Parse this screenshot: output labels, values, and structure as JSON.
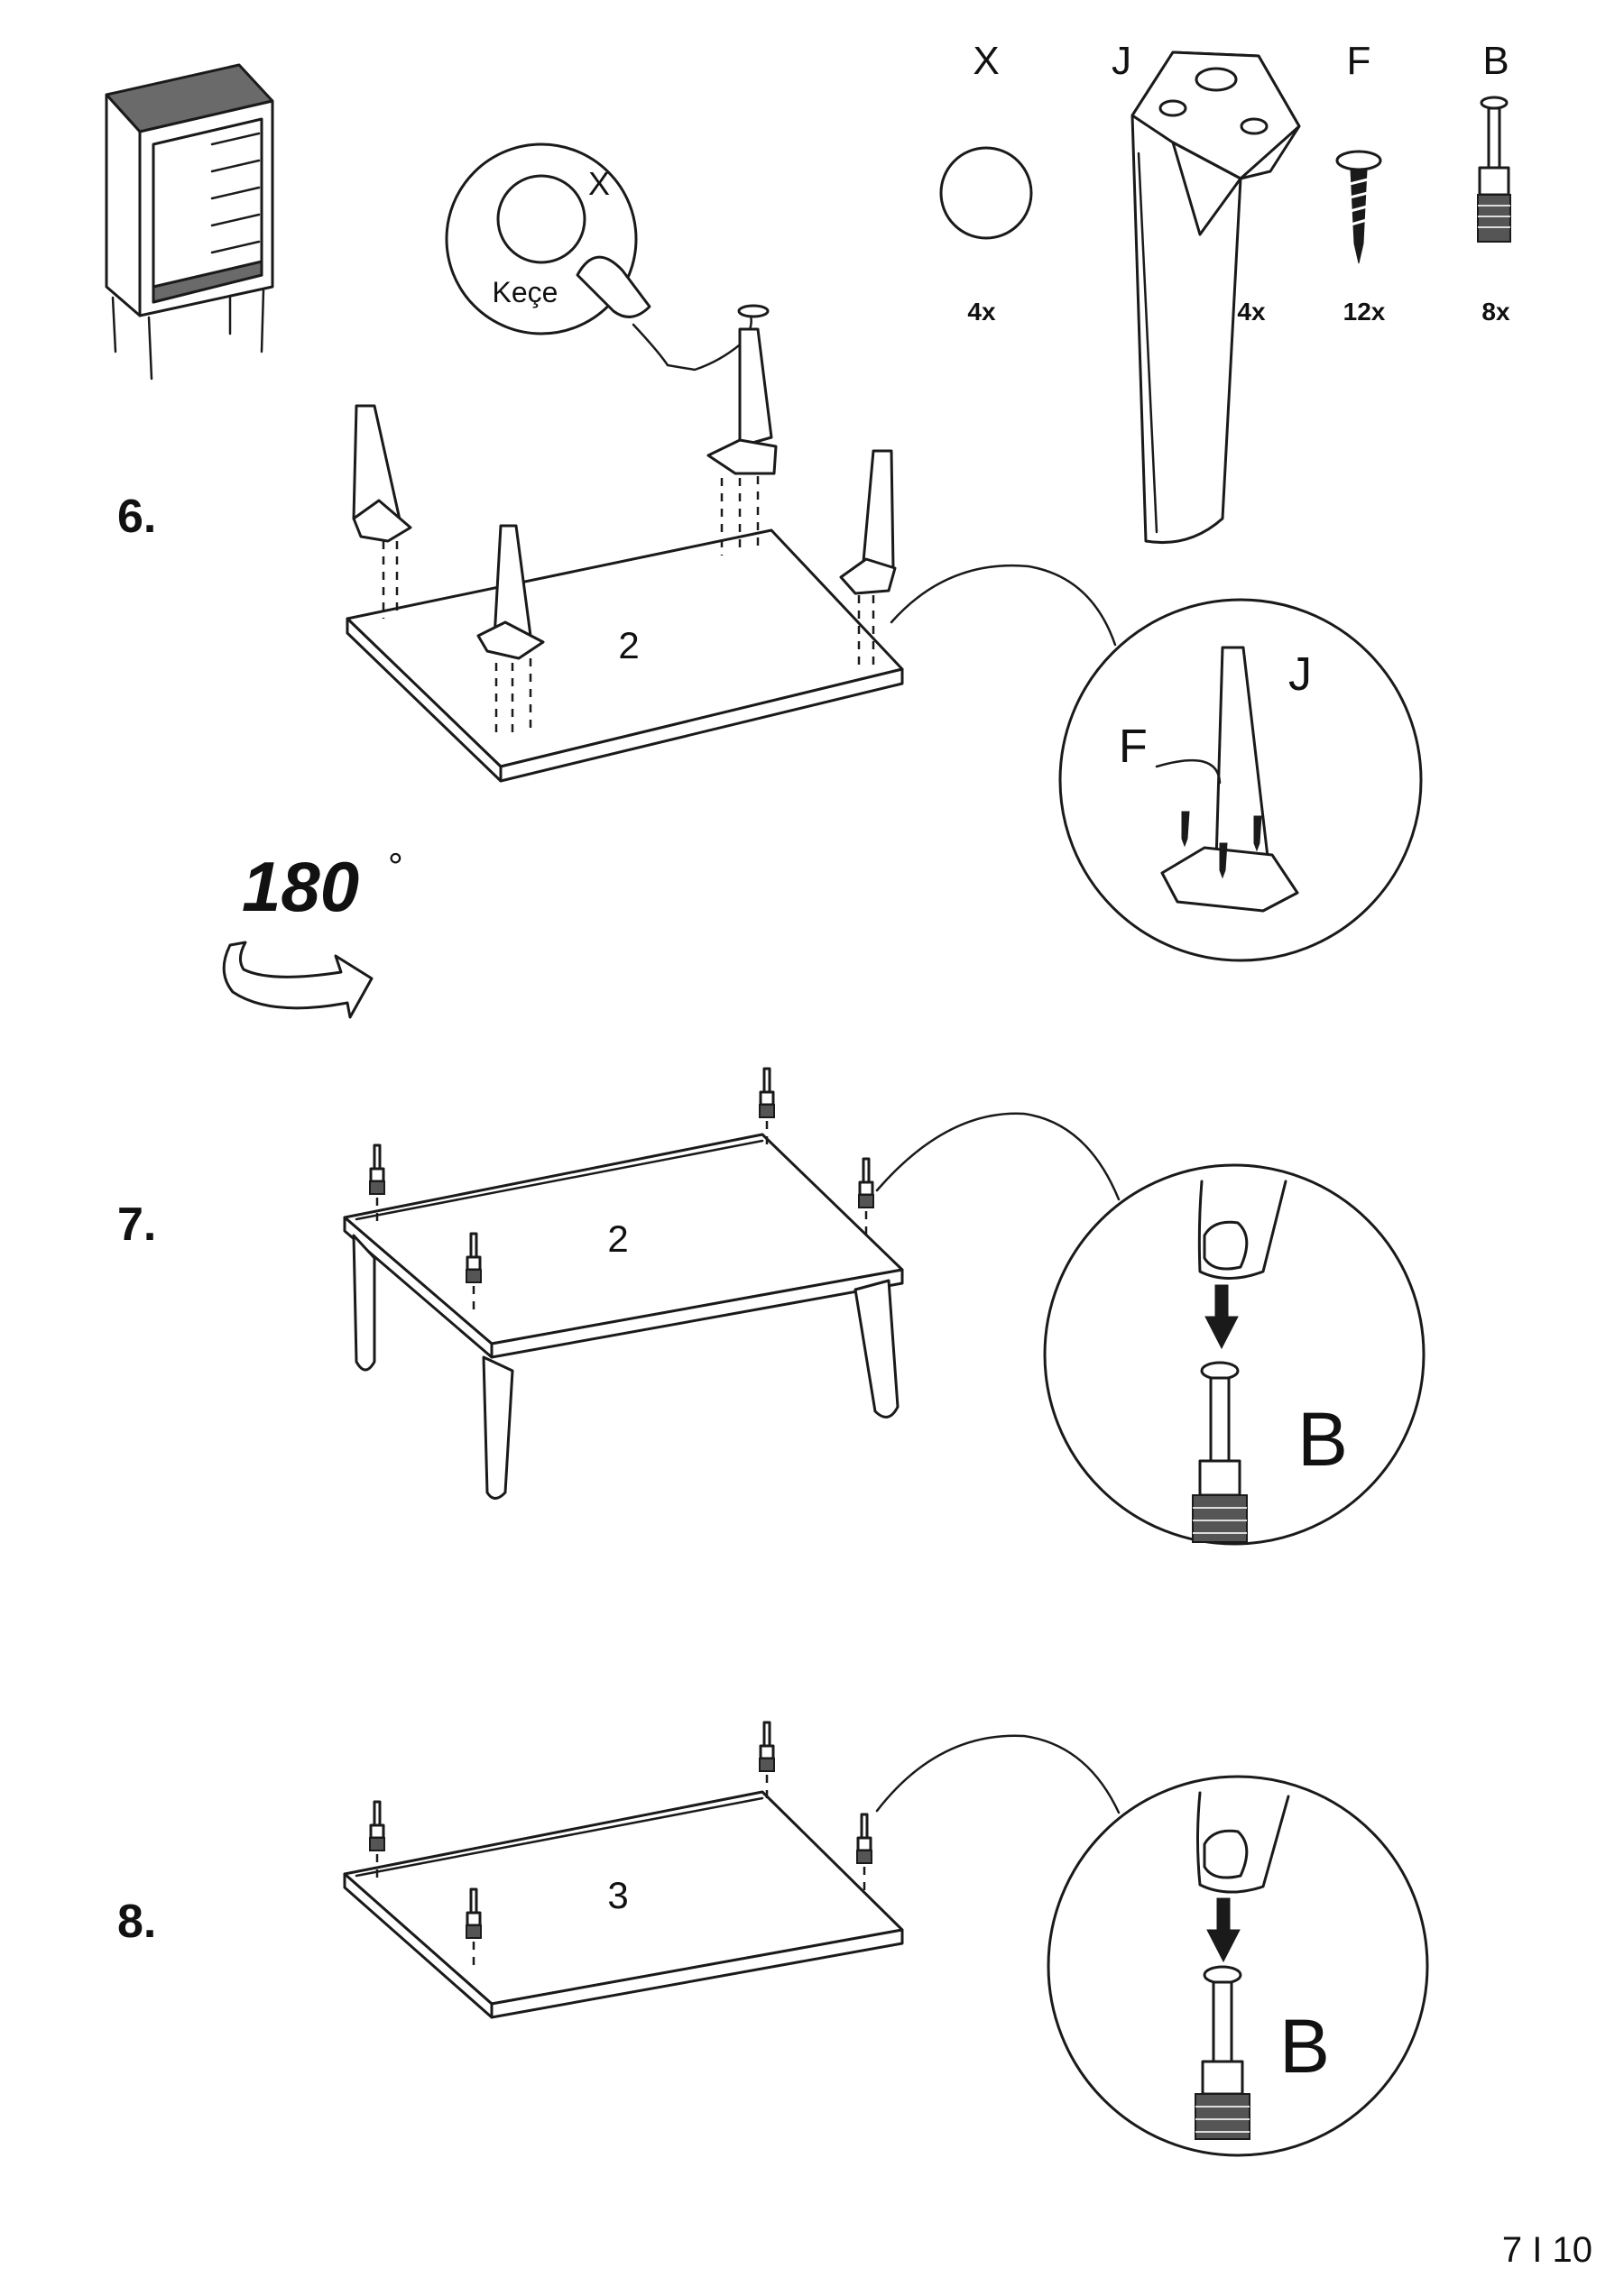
{
  "parts": [
    {
      "letter": "X",
      "count": "4x"
    },
    {
      "letter": "J",
      "count": "4x"
    },
    {
      "letter": "F",
      "count": "12x"
    },
    {
      "letter": "B",
      "count": "8x"
    }
  ],
  "steps": [
    {
      "number": "6.",
      "panel": "2",
      "detail_labels": [
        "J",
        "F"
      ]
    },
    {
      "number": "7.",
      "panel": "2",
      "detail_label": "B"
    },
    {
      "number": "8.",
      "panel": "3",
      "detail_label": "B"
    }
  ],
  "felt_callout": {
    "part_letter": "X",
    "label": "Keçe"
  },
  "rotation": {
    "value": "180",
    "unit": "°"
  },
  "page_number": "7 I 10"
}
